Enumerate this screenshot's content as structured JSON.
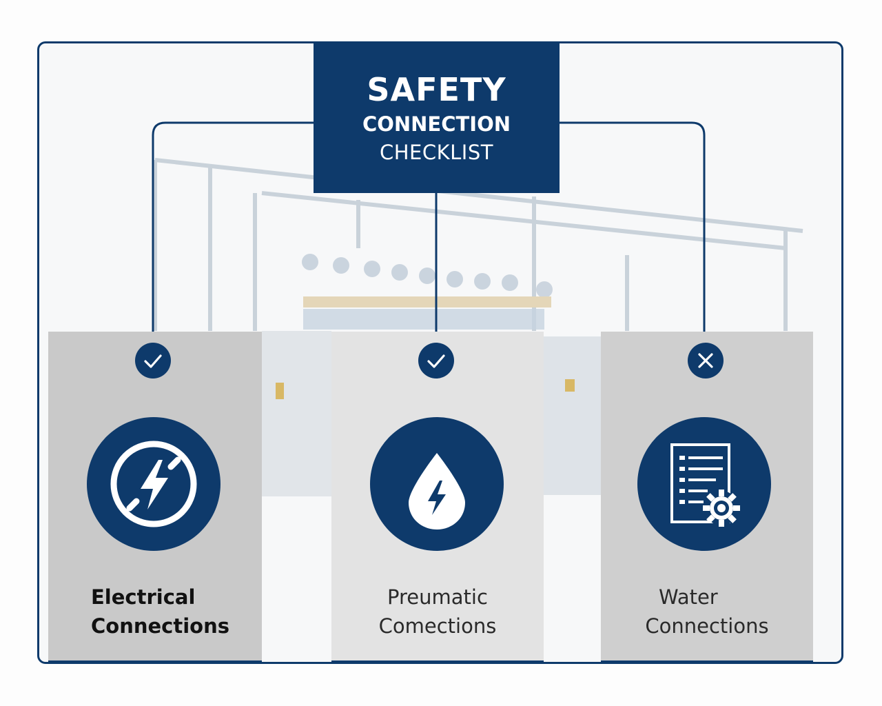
{
  "title": {
    "line1": "SAFETY",
    "line2": "CONNECTION",
    "line3": "CHECKLIST"
  },
  "colors": {
    "primary": "#0e3a6b",
    "panel_left": "#c9c9c9",
    "panel_middle": "#e3e3e3",
    "panel_right": "#cfcfcf"
  },
  "items": [
    {
      "status": "checked",
      "status_icon": "check-icon",
      "icon": "lightning-circle-icon",
      "label_line1": "Electrical",
      "label_line2": "Connections"
    },
    {
      "status": "checked",
      "status_icon": "check-icon",
      "icon": "water-drop-lightning-icon",
      "label_line1": "Preumatic",
      "label_line2": "Comections"
    },
    {
      "status": "failed",
      "status_icon": "x-icon",
      "icon": "document-gear-icon",
      "label_line1": "Water",
      "label_line2": "Connections"
    }
  ]
}
